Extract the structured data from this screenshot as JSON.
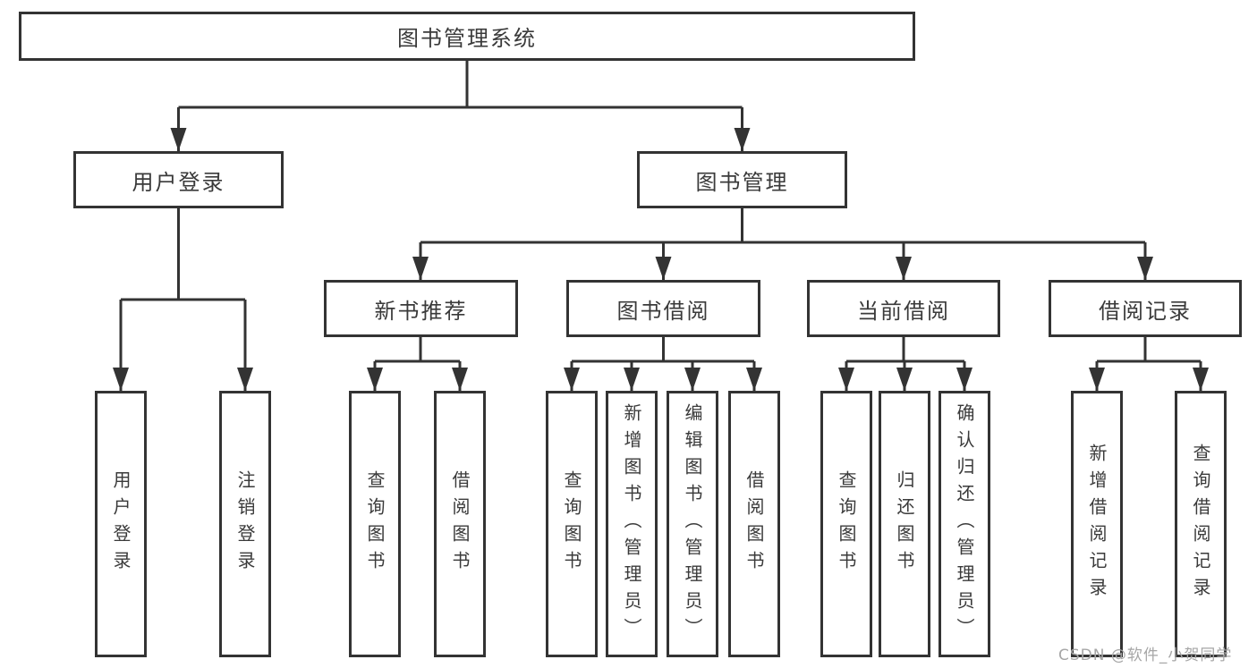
{
  "diagram_title": "图书管理系统",
  "tree": {
    "id": "library-management-system",
    "label": "图书管理系统",
    "children": [
      {
        "id": "user-login",
        "label": "用户登录",
        "children": [
          {
            "id": "user-login-leaf",
            "label": "用户登录"
          },
          {
            "id": "logout",
            "label": "注销登录"
          }
        ]
      },
      {
        "id": "book-management",
        "label": "图书管理",
        "children": [
          {
            "id": "new-book-recommendation",
            "label": "新书推荐",
            "children": [
              {
                "id": "query-books",
                "label": "查询图书"
              },
              {
                "id": "borrow-books",
                "label": "借阅图书"
              }
            ]
          },
          {
            "id": "book-borrowing",
            "label": "图书借阅",
            "children": [
              {
                "id": "query-books",
                "label": "查询图书"
              },
              {
                "id": "add-books-admin",
                "label": "新增图书（管理员）"
              },
              {
                "id": "edit-books-admin",
                "label": "编辑图书（管理员）"
              },
              {
                "id": "borrow-books",
                "label": "借阅图书"
              }
            ]
          },
          {
            "id": "current-borrowing",
            "label": "当前借阅",
            "children": [
              {
                "id": "query-books",
                "label": "查询图书"
              },
              {
                "id": "return-books",
                "label": "归还图书"
              },
              {
                "id": "confirm-return-admin",
                "label": "确认归还（管理员）"
              }
            ]
          },
          {
            "id": "borrowing-records",
            "label": "借阅记录",
            "children": [
              {
                "id": "add-borrow-record",
                "label": "新增借阅记录"
              },
              {
                "id": "query-borrow-record",
                "label": "查询借阅记录"
              }
            ]
          }
        ]
      }
    ]
  },
  "watermark": {
    "text": "CSDN @软件_小贺同学"
  },
  "colors": {
    "line": "#333333",
    "text": "#3a3a3a",
    "watermark": "#a6a6a6",
    "background": "#ffffff"
  }
}
